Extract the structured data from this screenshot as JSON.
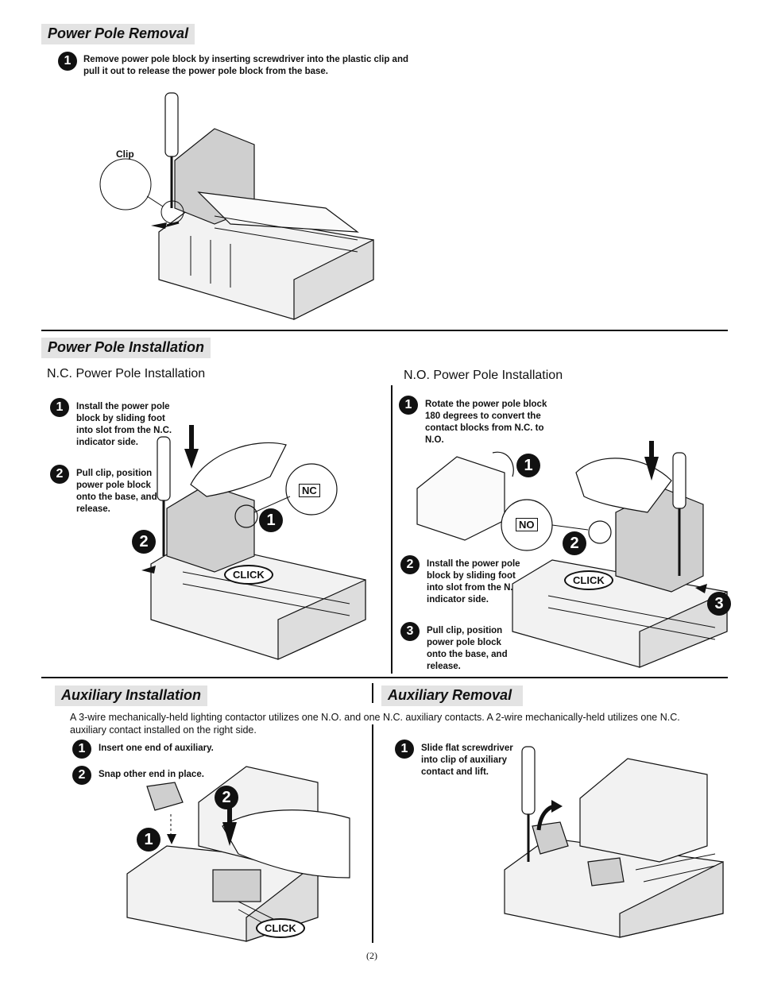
{
  "removal": {
    "title": "Power Pole Removal",
    "step1_num": "1",
    "step1_text": "Remove power pole block by inserting screwdriver into the plastic clip and pull it out to release the power pole block from the base.",
    "clip_label": "Clip"
  },
  "installation": {
    "title": "Power Pole Installation",
    "nc": {
      "title": "N.C. Power Pole Installation",
      "step1_num": "1",
      "step1_text": "Install the power pole block by sliding foot into slot from the N.C. indicator side.",
      "step2_num": "2",
      "step2_text": "Pull clip, position power pole block onto the base, and release.",
      "indicator": "NC",
      "click": "CLICK",
      "callout1": "1",
      "callout2": "2"
    },
    "no": {
      "title": "N.O. Power Pole Installation",
      "step1_num": "1",
      "step1_text": "Rotate the power pole block 180 degrees to convert the contact blocks from N.C. to N.O.",
      "step2_num": "2",
      "step2_text": "Install the power pole block by sliding foot into slot from the N.O. indicator side.",
      "step3_num": "3",
      "step3_text": "Pull clip, position power pole block onto the base, and release.",
      "indicator": "NO",
      "click": "CLICK",
      "callout1": "1",
      "callout2": "2",
      "callout3": "3"
    }
  },
  "aux_install": {
    "title": "Auxiliary Installation",
    "description": "A 3-wire mechanically-held lighting contactor utilizes one N.O. and one N.C. auxiliary contacts.  A 2-wire mechanically-held utilizes one N.C. auxiliary contact installed on the right side.",
    "step1_num": "1",
    "step1_text": "Insert one end of auxiliary.",
    "step2_num": "2",
    "step2_text": "Snap other end in place.",
    "click": "CLICK",
    "callout1": "1",
    "callout2": "2"
  },
  "aux_removal": {
    "title": "Auxiliary Removal",
    "step1_num": "1",
    "step1_text": "Slide flat screwdriver into clip of auxiliary contact and lift."
  },
  "page_number": "(2)"
}
